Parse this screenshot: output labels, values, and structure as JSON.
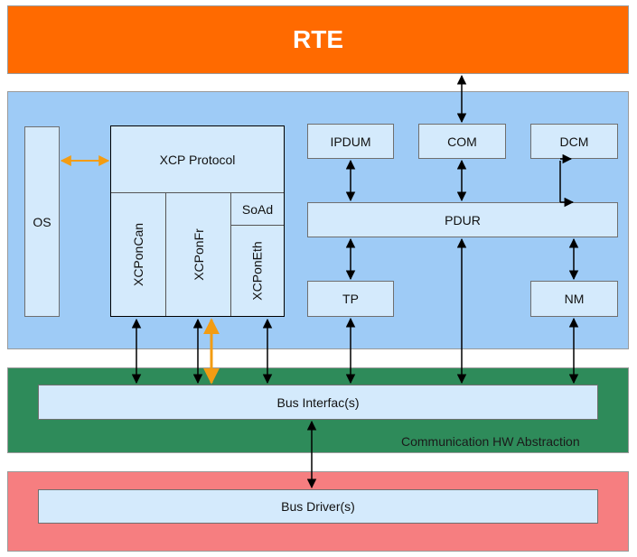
{
  "layers": {
    "rte": {
      "title": "RTE",
      "color": "#ff6a00"
    },
    "services": {
      "color": "#9ecbf6"
    },
    "comm_hw": {
      "label": "Communication HW Abstraction",
      "color": "#2e8b5a"
    },
    "drivers": {
      "color": "#f67e80"
    }
  },
  "modules": {
    "os": "OS",
    "xcp_protocol": "XCP Protocol",
    "xcp_on_can": "XCPonCan",
    "xcp_on_fr": "XCPonFr",
    "xcp_on_eth": "XCPonEth",
    "soad": "SoAd",
    "ipdum": "IPDUM",
    "com": "COM",
    "dcm": "DCM",
    "pdur": "PDUR",
    "tp": "TP",
    "nm": "NM",
    "bus_interface": "Bus Interfac(s)",
    "bus_driver": "Bus Driver(s)"
  },
  "colors": {
    "module_fill": "#d4eafc",
    "connector": "#000000",
    "xcp_connector": "#f39c12"
  }
}
